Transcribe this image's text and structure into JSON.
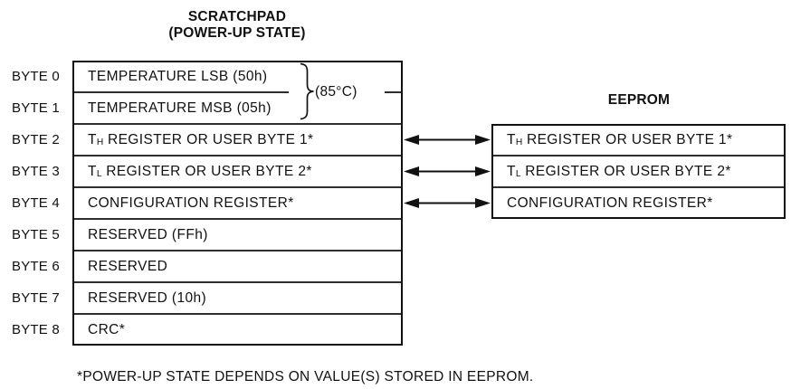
{
  "colors": {
    "line": "#111111",
    "text": "#111111",
    "background": "#ffffff"
  },
  "scratchpad": {
    "title": "SCRATCHPAD",
    "subtitle": "(POWER-UP STATE)",
    "temperature_annotation": "(85°C)",
    "rows": [
      {
        "byte": "BYTE 0",
        "pre": "TEMPERATURE LSB (50h)",
        "sub": "",
        "post": ""
      },
      {
        "byte": "BYTE 1",
        "pre": "TEMPERATURE MSB (05h)",
        "sub": "",
        "post": ""
      },
      {
        "byte": "BYTE 2",
        "pre": "T",
        "sub": "H",
        "post": " REGISTER OR USER BYTE 1*"
      },
      {
        "byte": "BYTE 3",
        "pre": "T",
        "sub": "L",
        "post": " REGISTER OR USER BYTE 2*"
      },
      {
        "byte": "BYTE 4",
        "pre": "CONFIGURATION REGISTER*",
        "sub": "",
        "post": ""
      },
      {
        "byte": "BYTE 5",
        "pre": "RESERVED (FFh)",
        "sub": "",
        "post": ""
      },
      {
        "byte": "BYTE 6",
        "pre": "RESERVED",
        "sub": "",
        "post": ""
      },
      {
        "byte": "BYTE 7",
        "pre": "RESERVED (10h)",
        "sub": "",
        "post": ""
      },
      {
        "byte": "BYTE 8",
        "pre": "CRC*",
        "sub": "",
        "post": ""
      }
    ]
  },
  "eeprom": {
    "title": "EEPROM",
    "rows": [
      {
        "pre": "T",
        "sub": "H",
        "post": " REGISTER OR USER BYTE 1*"
      },
      {
        "pre": "T",
        "sub": "L",
        "post": " REGISTER OR USER BYTE 2*"
      },
      {
        "pre": "CONFIGURATION REGISTER*",
        "sub": "",
        "post": ""
      }
    ]
  },
  "footnote": "*POWER-UP STATE DEPENDS ON VALUE(S) STORED IN EEPROM."
}
